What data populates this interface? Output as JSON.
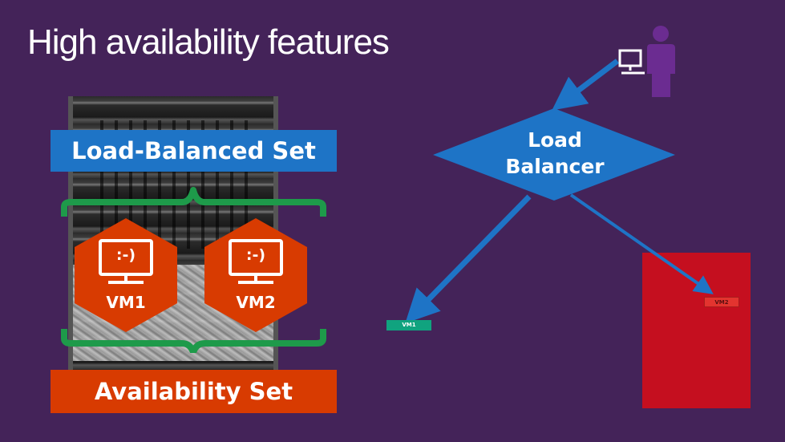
{
  "title": "High availability features",
  "banners": {
    "load_balanced_set": "Load-Balanced Set",
    "availability_set": "Availability Set"
  },
  "vms": [
    {
      "screen_text": ":-)",
      "label": "VM1"
    },
    {
      "screen_text": ":-)",
      "label": "VM2"
    }
  ],
  "load_balancer": {
    "line1": "Load",
    "line2": "Balancer"
  },
  "targets": {
    "vm1_tag": "VM1",
    "vm2_tag": "VM2"
  },
  "colors": {
    "background": "#442359",
    "blue": "#1e74c6",
    "orange": "#d83b01",
    "green": "#1e9a4a",
    "purple_user": "#6b2c91",
    "red_box": "#c50f1f",
    "teal_tag": "#10a37f"
  },
  "icons": [
    "user-with-computer-icon",
    "monitor-icon"
  ]
}
